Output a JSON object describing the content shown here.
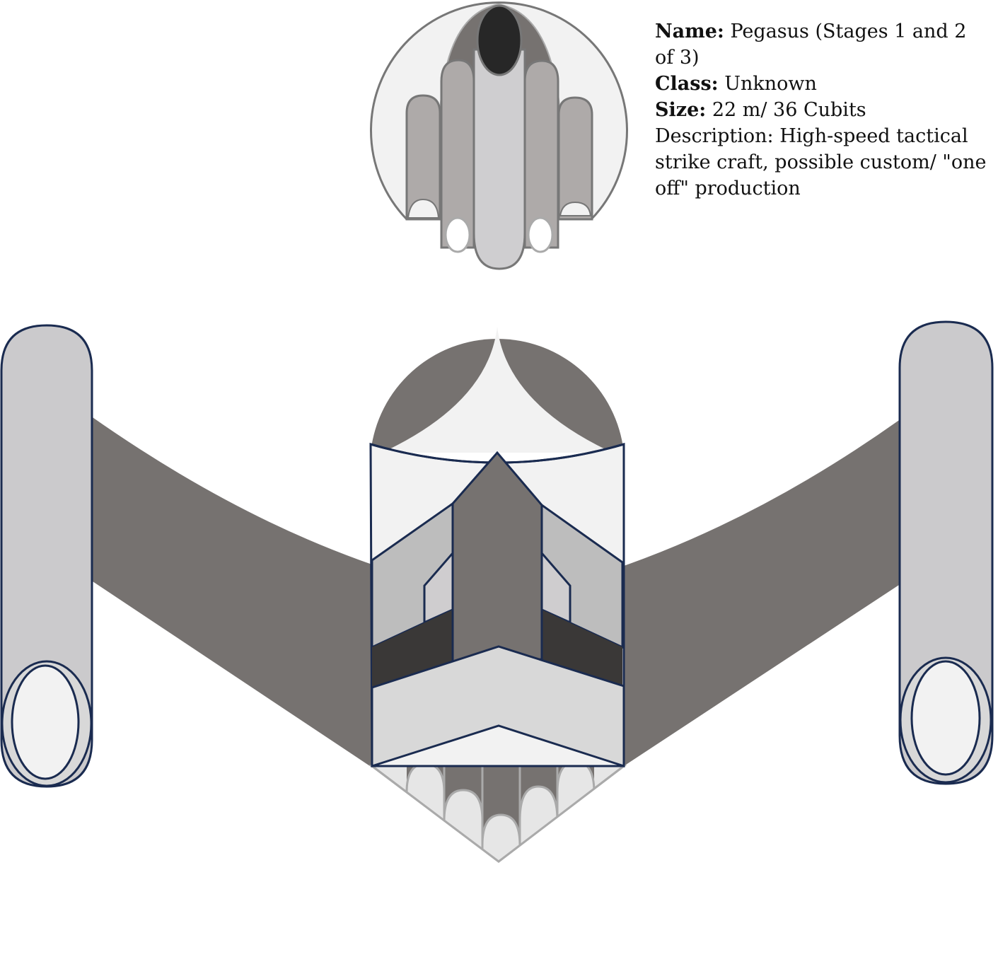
{
  "info": {
    "name_label": "Name:",
    "name_value": " Pegasus (Stages 1 and 2 of 3)",
    "class_label": "Class:",
    "class_value": " Unknown",
    "size_label": "Size:",
    "size_value": " 22 m/ 36 Cubits",
    "description": "Description: High-speed tactical strike craft, possible custom/ \"one off\" production"
  },
  "colors": {
    "hull_dark": "#767270",
    "hull_light": "#f2f2f2",
    "pod": "#cbcacc",
    "outline_navy": "#1a2b50",
    "panel": "#bdbdbd",
    "band": "#d8d8d8",
    "shadow": "#3a3837",
    "cockpit": "#272727"
  }
}
